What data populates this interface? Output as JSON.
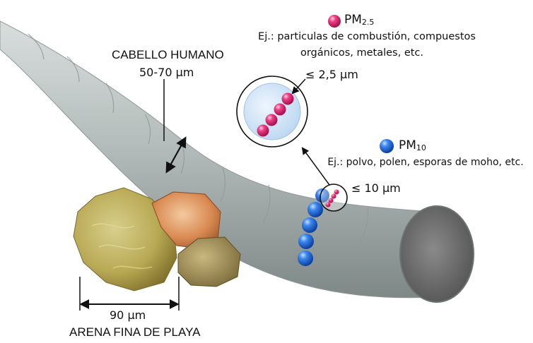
{
  "hair": {
    "title": "CABELLO HUMANO",
    "size": "50-70 µm"
  },
  "sand": {
    "title": "ARENA FINA DE PLAYA",
    "size": "90 µm"
  },
  "pm25": {
    "name": "PM",
    "subscript": "2.5",
    "examples_line1": "Ej.: particulas de combustión, compuestos",
    "examples_line2": "orgánicos, metales, etc.",
    "size": "≤ 2,5 µm",
    "color": "#e8246a"
  },
  "pm10": {
    "name": "PM",
    "subscript": "10",
    "examples": "Ej.: polvo, polen, esporas de moho, etc.",
    "size": "≤ 10 µm",
    "color": "#1a63d6"
  }
}
